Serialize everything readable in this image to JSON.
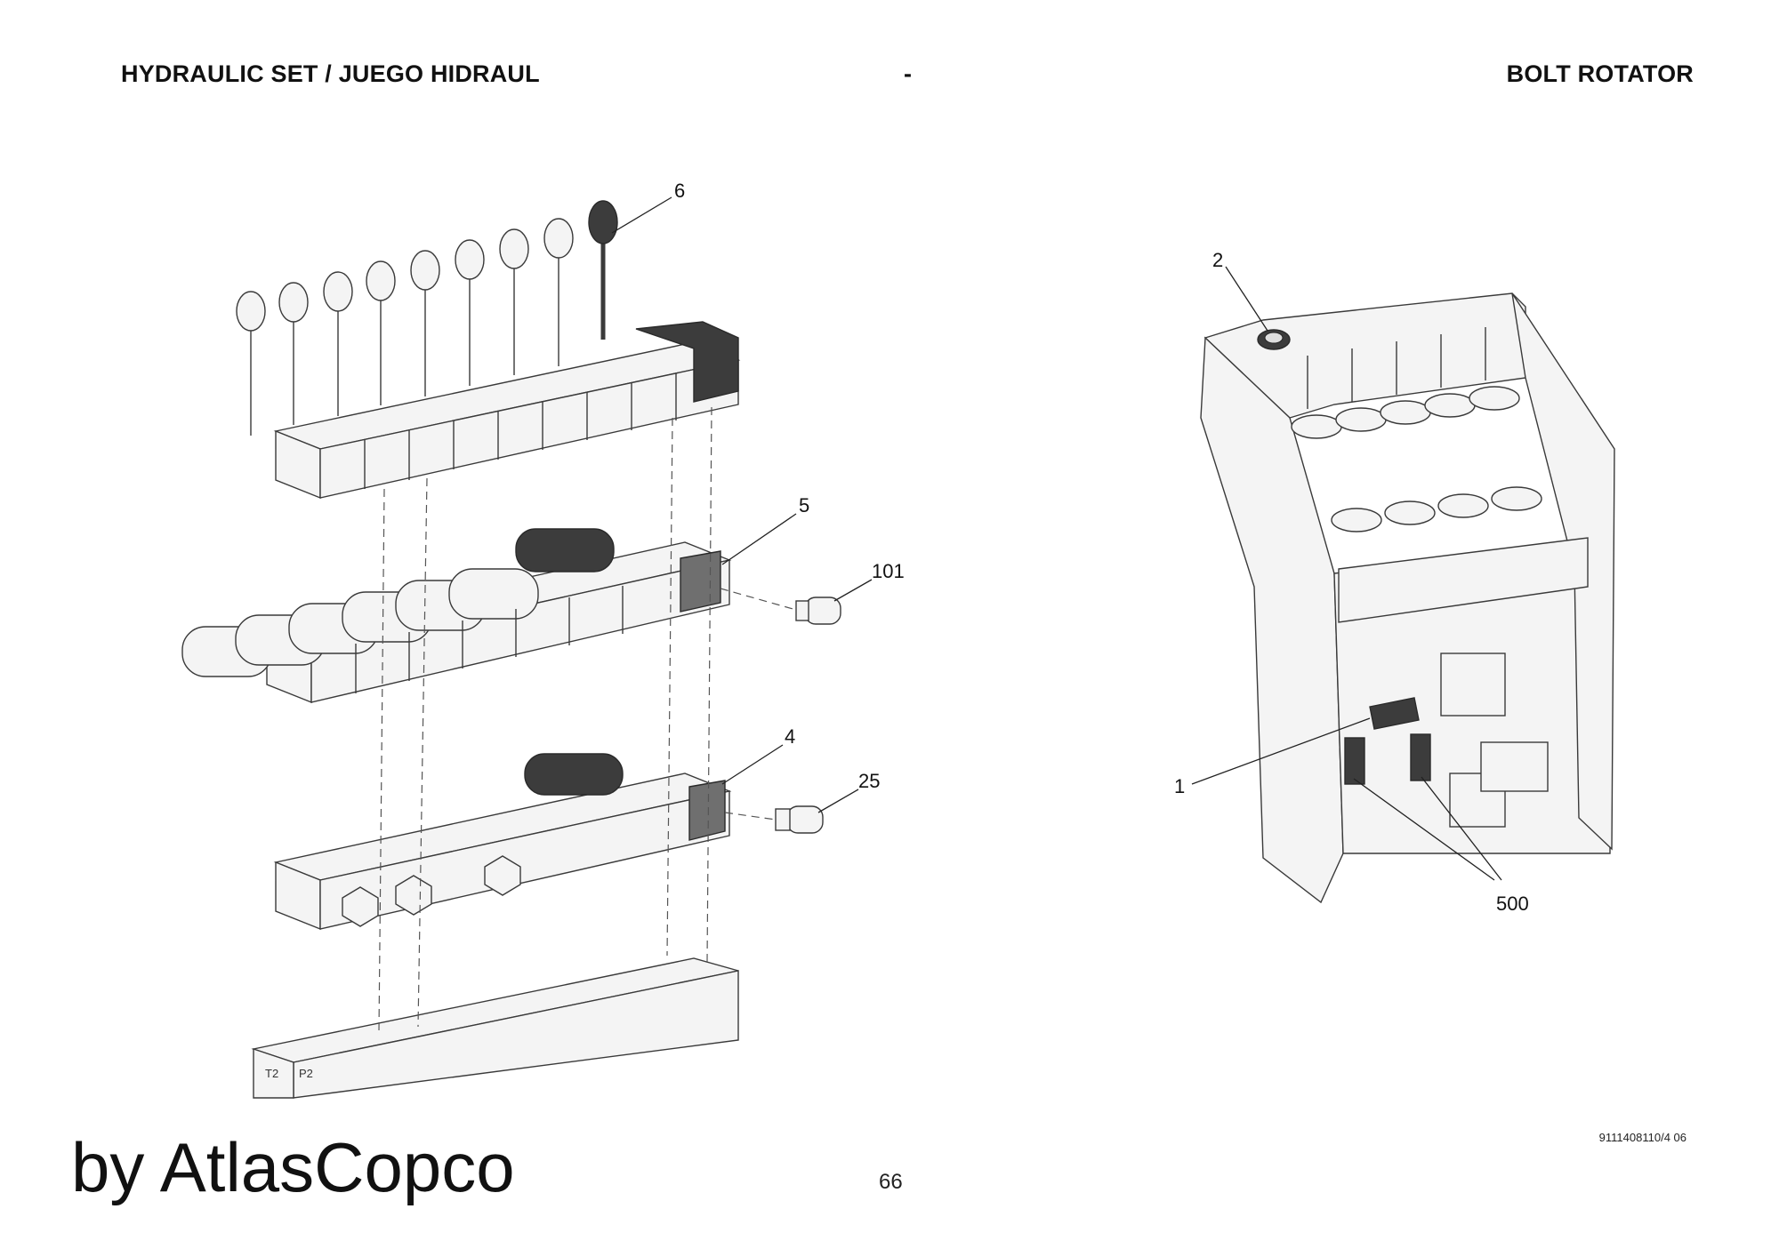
{
  "header": {
    "left_title": "HYDRAULIC SET / JUEGO HIDRAUL",
    "separator": "-",
    "right_title": "BOLT ROTATOR"
  },
  "callouts": {
    "c6": "6",
    "c5": "5",
    "c101": "101",
    "c4": "4",
    "c25": "25",
    "c2": "2",
    "c1": "1",
    "c500": "500"
  },
  "block_labels": {
    "t2": "T2",
    "p2": "P2"
  },
  "footer": {
    "brand": "by AtlasCopco",
    "page_number": "66",
    "document_code": "9111408110/4 06"
  },
  "colors": {
    "line": "#3a3a3a",
    "part_fill": "#f4f4f4",
    "highlight_fill": "#6f6f6f",
    "dark_fill": "#3c3c3c"
  }
}
